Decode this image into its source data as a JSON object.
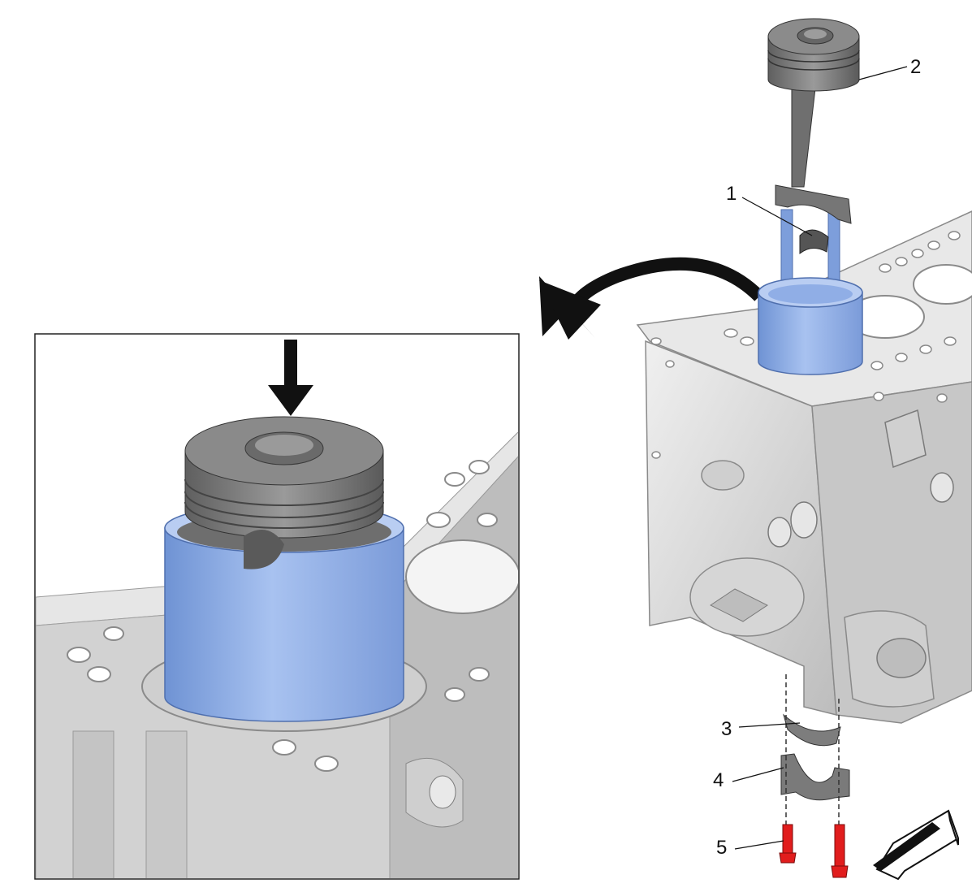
{
  "callouts": [
    {
      "id": "1",
      "label": "1"
    },
    {
      "id": "2",
      "label": "2"
    },
    {
      "id": "3",
      "label": "3"
    },
    {
      "id": "4",
      "label": "4"
    },
    {
      "id": "5",
      "label": "5"
    }
  ],
  "colors": {
    "tool_blue": "#8fb0e8",
    "tool_blue_dark": "#6f93d4",
    "block_gray": "#d9d9d9",
    "block_shadow": "#a9a9a9",
    "piston_gray": "#7a7a7a",
    "bolt_red": "#e11d1d",
    "outline": "#3a3a3a"
  },
  "icons": [
    "push-down-arrow-icon",
    "curved-arrow-icon",
    "view-direction-arrow-icon"
  ]
}
